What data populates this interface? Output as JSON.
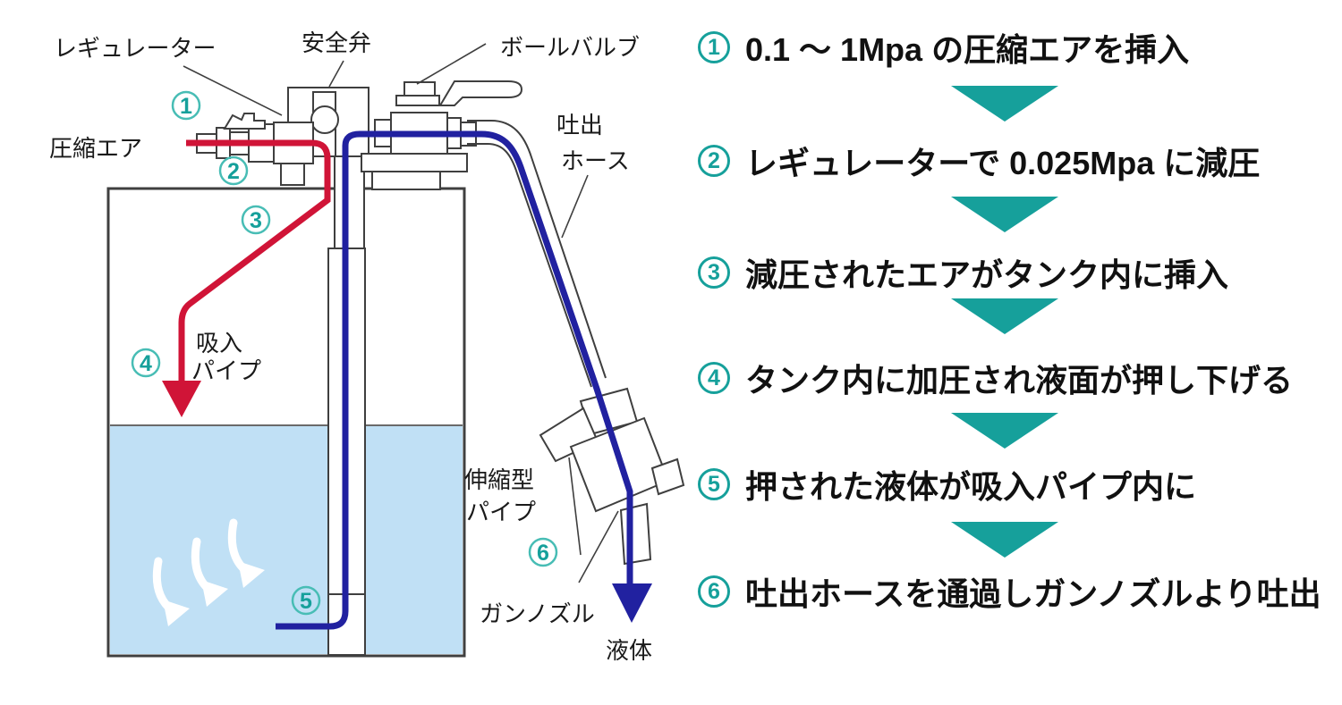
{
  "diagram": {
    "labels": {
      "regulator": "レギュレーター",
      "safety_valve": "安全弁",
      "ball_valve": "ボールバルブ",
      "compressed_air": "圧縮エア",
      "discharge_hose_line1": "吐出",
      "discharge_hose_line2": "ホース",
      "suction_pipe_line1": "吸入",
      "suction_pipe_line2": "パイプ",
      "telescopic_pipe_line1": "伸縮型",
      "telescopic_pipe_line2": "パイプ",
      "gun_nozzle": "ガンノズル",
      "liquid": "液体"
    },
    "markers": [
      "1",
      "2",
      "3",
      "4",
      "5",
      "6"
    ]
  },
  "steps": [
    {
      "number": "1",
      "text": "0.1 ～ 1Mpa の圧縮エアを挿入"
    },
    {
      "number": "2",
      "text": "レギュレーターで 0.025Mpa に減圧"
    },
    {
      "number": "3",
      "text": "減圧されたエアがタンク内に挿入"
    },
    {
      "number": "4",
      "text": "タンク内に加圧され液面が押し下げる"
    },
    {
      "number": "5",
      "text": "押された液体が吸入パイプ内に"
    },
    {
      "number": "6",
      "text": "吐出ホースを通過しガンノズルより吐出"
    }
  ],
  "colors": {
    "teal": "#16a09b",
    "red": "#d01437",
    "blue": "#2121a0",
    "liquid": "#c0e0f5",
    "line": "#3f3f3f",
    "text": "#111111"
  }
}
